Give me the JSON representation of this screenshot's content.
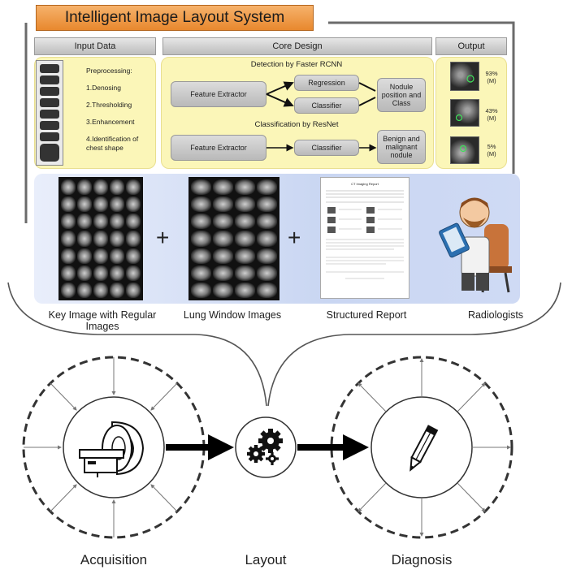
{
  "title": "Intelligent Image Layout System",
  "sections": {
    "input": "Input Data",
    "core": "Core Design",
    "output": "Output"
  },
  "preprocessing": {
    "heading": "Preprocessing:",
    "steps": [
      "1.Denosing",
      "2.Thresholding",
      "3.Enhancement",
      "4.Identification of chest shape"
    ]
  },
  "detection": {
    "title": "Detection by Faster RCNN",
    "extractor": "Feature Extractor",
    "regression": "Regression",
    "classifier": "Classifier",
    "result": "Nodule position and Class"
  },
  "classification": {
    "title": "Classification by ResNet",
    "extractor": "Feature Extractor",
    "classifier": "Classifier",
    "result": "Benign and malignant nodule"
  },
  "outputs": [
    {
      "pct": "93%",
      "cls": "(M)"
    },
    {
      "pct": "43%",
      "cls": "(M)"
    },
    {
      "pct": "5%",
      "cls": "(M)"
    }
  ],
  "layout_items": {
    "key_image": "Key Image with Regular Images",
    "lung_window": "Lung Window Images",
    "report": "Structured Report",
    "radiologists": "Radiologists",
    "plus": "+",
    "report_title": "CT Imaging Report"
  },
  "workflow": {
    "acquisition": "Acquisition",
    "layout": "Layout",
    "diagnosis": "Diagnosis"
  },
  "colors": {
    "title_bar": "#e8882e",
    "panel_yellow": "#fbf6b8",
    "panel_blue": "#c9d6f2",
    "box_gray": "#c8c8c8"
  }
}
